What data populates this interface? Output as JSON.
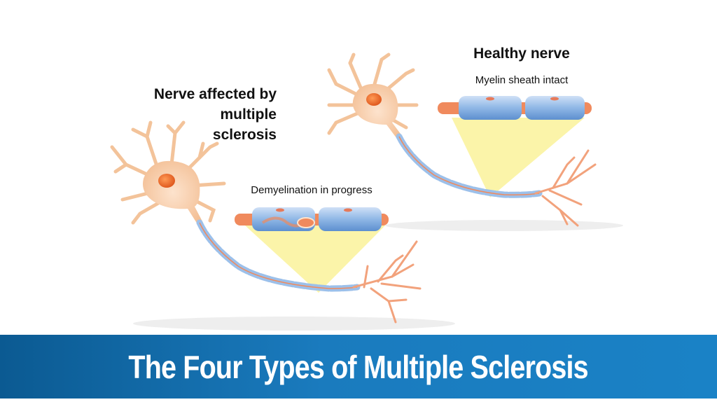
{
  "labels": {
    "ms_nerve": [
      "Nerve affected by",
      "multiple",
      "sclerosis"
    ],
    "healthy_nerve": "Healthy nerve",
    "myelin_intact": "Myelin sheath intact",
    "demyelination": "Demyelination in progress"
  },
  "banner": {
    "title": "The Four Types of Multiple Sclerosis"
  },
  "colors": {
    "neuron_body": "#f6c8a4",
    "nucleus": "#ee7a3a",
    "myelin": "#8fb7e6",
    "axon": "#f08a5d",
    "highlight": "#fbf3a0",
    "banner": "#1a7bbe"
  }
}
